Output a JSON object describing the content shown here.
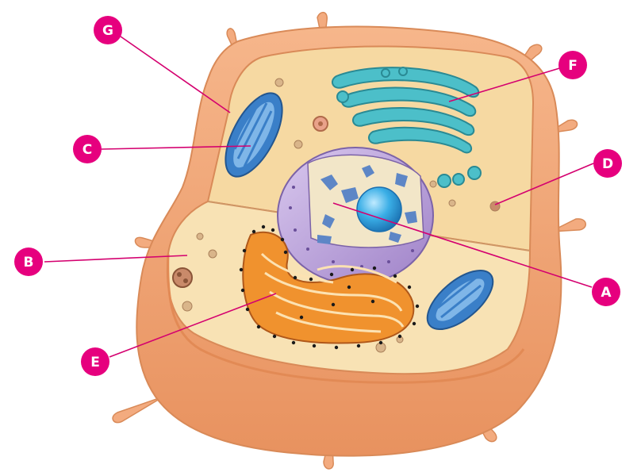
{
  "diagram": {
    "colors": {
      "label_badge": "#e6007e",
      "leader_line": "#d4006f",
      "cell_membrane": "#f0a377",
      "cytoplasm": "#f7dca8",
      "nucleus_envelope": "#b59ad6",
      "nucleolus": "#2fa7e0",
      "golgi": "#4cbfc9",
      "mitochondria": "#3a7fc8",
      "rough_er": "#f08a2a"
    },
    "labels": [
      {
        "id": "A",
        "text": "A"
      },
      {
        "id": "B",
        "text": "B"
      },
      {
        "id": "C",
        "text": "C"
      },
      {
        "id": "D",
        "text": "D"
      },
      {
        "id": "E",
        "text": "E"
      },
      {
        "id": "F",
        "text": "F"
      },
      {
        "id": "G",
        "text": "G"
      }
    ]
  }
}
